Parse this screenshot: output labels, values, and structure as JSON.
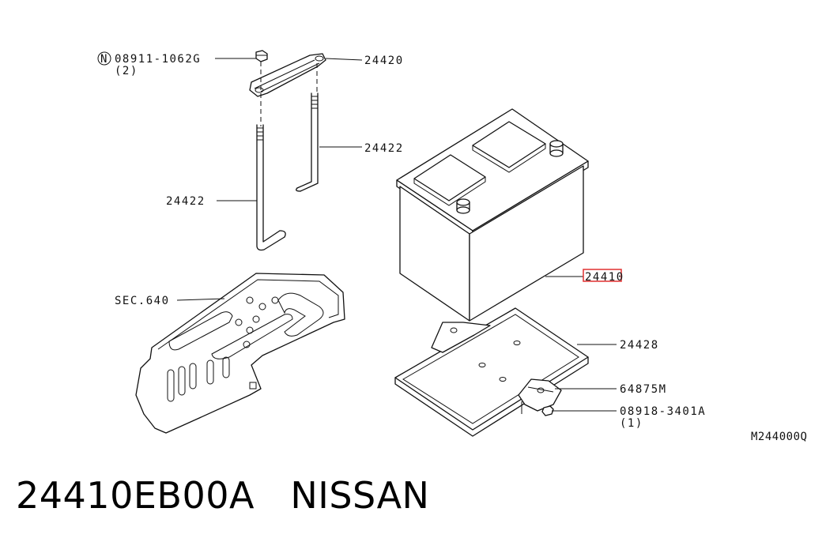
{
  "diagram": {
    "callouts": {
      "bolt_part": "08911-1062G",
      "bolt_qty": "(2)",
      "clamp": "24420",
      "rod_right": "24422",
      "rod_left": "24422",
      "battery": "24410",
      "support": "SEC.640",
      "tray": "24428",
      "bracket": "64875M",
      "bracket_bolt_part": "08918-3401A",
      "bracket_bolt_qty": "(1)"
    },
    "bolt_marker": "N",
    "highlight_color": "#e03030",
    "figure_id": "M244000Q"
  },
  "footer": {
    "part_number": "24410EB00A",
    "brand": "NISSAN"
  }
}
